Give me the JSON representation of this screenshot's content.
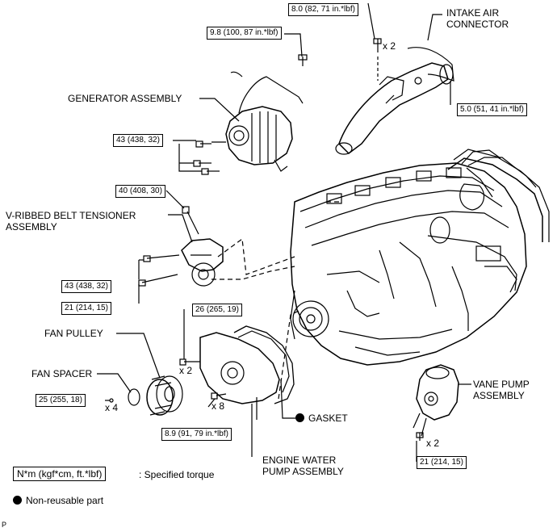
{
  "labels": {
    "intake_air_connector": "INTAKE AIR\nCONNECTOR",
    "generator_assembly": "GENERATOR ASSEMBLY",
    "tensioner_assembly": "V-RIBBED BELT TENSIONER\nASSEMBLY",
    "fan_pulley": "FAN PULLEY",
    "fan_spacer": "FAN SPACER",
    "gasket": "GASKET",
    "engine_water_pump": "ENGINE WATER\nPUMP ASSEMBLY",
    "vane_pump": "VANE PUMP\nASSEMBLY"
  },
  "torques": {
    "intake_bolt": "8.0 (82, 71 in.*lbf)",
    "generator_nut": "9.8 (100, 87 in.*lbf)",
    "intake_connector": "5.0 (51, 41 in.*lbf)",
    "generator_bolts": "43 (438, 32)",
    "tensioner_bolt_top": "40 (408, 30)",
    "tensioner_bolt_a": "43 (438, 32)",
    "tensioner_bolt_b": "21 (214, 15)",
    "water_pump_bolt": "26 (265, 19)",
    "fan_spacer_nut": "25 (255, 18)",
    "water_pump_bolts": "8.9 (91, 79 in.*lbf)",
    "vane_pump_bolt": "21 (214, 15)"
  },
  "multipliers": {
    "intake_x2": "x 2",
    "water_pump_x2": "x 2",
    "fan_x4": "x 4",
    "water_pump_x8": "x 8",
    "vane_x2": "x 2"
  },
  "legend": {
    "unit_box": "N*m (kgf*cm, ft.*lbf)",
    "unit_text": ": Specified torque",
    "non_reusable": "Non-reusable part"
  },
  "footer_code": "P"
}
